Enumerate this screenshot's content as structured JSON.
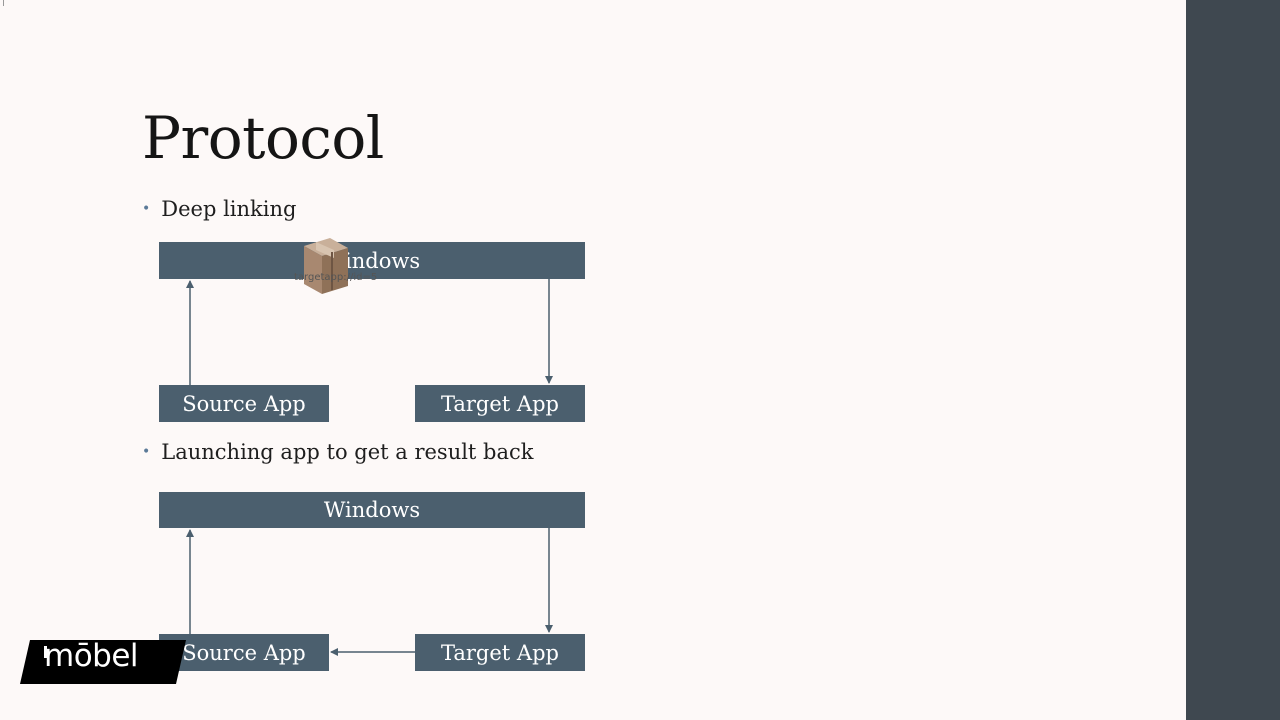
{
  "slide": {
    "title": "Protocol",
    "bullets": [
      {
        "text": "Deep linking"
      },
      {
        "text": "Launching app to get a result back"
      }
    ]
  },
  "diagram1": {
    "top_box": "Windows",
    "left_box": "Source App",
    "right_box": "Target App",
    "package_caption": "targetapp://id=5"
  },
  "diagram2": {
    "top_box": "Windows",
    "left_box": "Source App",
    "right_box": "Target App"
  },
  "branding": {
    "logo_text": "mōbel"
  },
  "colors": {
    "box_fill": "#4b5f6e",
    "arrow": "#4b5f6e",
    "sidebar": "#3f4850",
    "background": "#fdf9f8"
  }
}
